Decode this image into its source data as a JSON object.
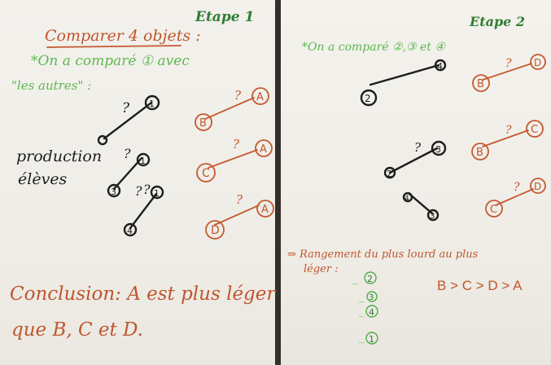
{
  "left_poster": {
    "step_label": "Etape 1",
    "title": "Comparer 4 objets :",
    "note_line1": "*On a comparé ① avec",
    "note_line2": "\"les autres\" :",
    "side_label_line1": "production",
    "side_label_line2": "élèves",
    "student_marks": [
      "1",
      "1",
      "1",
      "3",
      "1",
      "4"
    ],
    "question_mark": "?",
    "object_labels": [
      "A",
      "B",
      "A",
      "C",
      "A",
      "D"
    ],
    "conclusion_line1": "Conclusion: A est plus léger",
    "conclusion_line2": "que B, C et D."
  },
  "right_poster": {
    "step_label": "Etape 2",
    "note_line1": "*On a comparé ②,③ et ④",
    "student_marks": [
      "2",
      "4",
      "2",
      "3",
      "4",
      "3"
    ],
    "question_mark": "?",
    "object_labels": [
      "B",
      "D",
      "B",
      "C",
      "C",
      "D"
    ],
    "ranking_line1": "⇒ Rangement du plus lourd au plus",
    "ranking_line2": "léger :",
    "ranking_items": [
      "2",
      "3",
      "4",
      "1"
    ],
    "ranking_result": "B > C > D > A"
  },
  "colors": {
    "green_ink": "#5bb84f",
    "dark_green_ink": "#2f7d32",
    "brown_ink": "#c0562e",
    "black_ink": "#1d1d1d",
    "paper": "#f3f1ec"
  }
}
